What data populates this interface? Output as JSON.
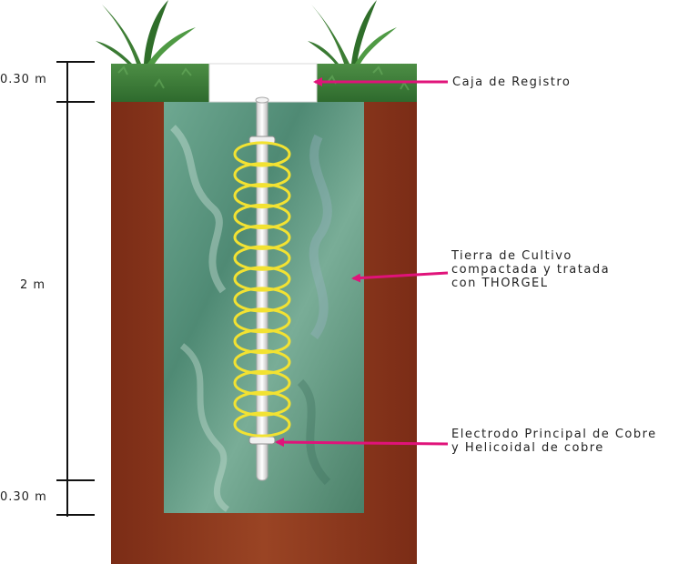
{
  "dimensions": {
    "top": "0.30 m",
    "middle": "2 m",
    "bottom": "0.30 m"
  },
  "callouts": {
    "box": "Caja de Registro",
    "soil": [
      "Tierra de Cultivo",
      "compactada y tratada",
      "con THORGEL"
    ],
    "electrode": [
      "Electrodo Principal de Cobre",
      "y Helicoidal de cobre"
    ]
  },
  "colors": {
    "grass": "#3f7d3a",
    "earth": "#8e3a1f",
    "treated_soil": "#5f9a84",
    "electrode_rod": "#f4f4f4",
    "helix": "#f2e232",
    "callout_arrow": "#e0137a",
    "dimension_line": "#111111"
  }
}
